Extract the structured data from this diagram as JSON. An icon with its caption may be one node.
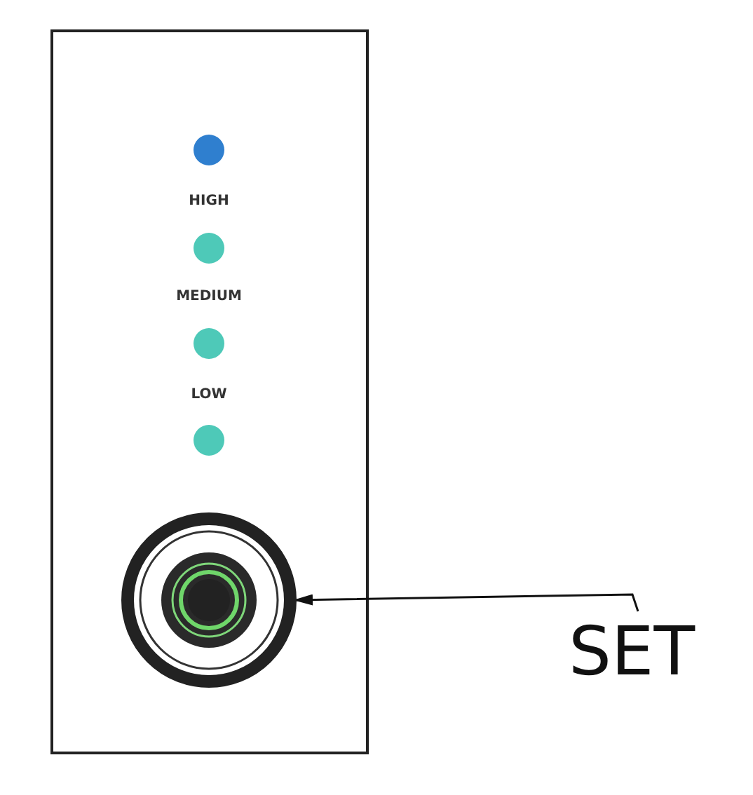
{
  "diagram": {
    "nodes": [
      {
        "text": [
          "SET"
        ]
      },
      {
        "text": [],
        "shape": "circle"
      }
    ],
    "edges": [
      {
        "from": 0,
        "to": 1,
        "arrow": "to"
      }
    ],
    "labels": [
      "HIGH",
      "MEDIUM",
      "LOW"
    ]
  }
}
